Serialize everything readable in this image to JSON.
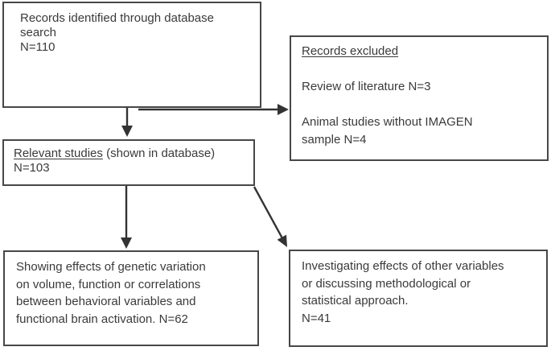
{
  "figure": {
    "type": "flowchart",
    "colors": {
      "background": "#ffffff",
      "box_border": "#474747",
      "text_ink": "#3a3a3a",
      "arrow_ink": "#333333"
    }
  },
  "boxes": {
    "identified": {
      "text": "Records identified through database\nsearch\nN=110"
    },
    "excluded": {
      "heading": "Records excluded",
      "body": "\n\nReview of literature N=3\n\nAnimal studies without IMAGEN\nsample N=4"
    },
    "relevant": {
      "title": "Relevant studies",
      "suffix": " (shown in database)",
      "count": "N=103"
    },
    "included": {
      "text": "Showing effects of genetic variation\non volume, function or correlations\nbetween behavioral variables and\nfunctional brain activation. N=62"
    },
    "other": {
      "text": "Investigating effects of other variables\nor discussing methodological or\nstatistical approach.\nN=41"
    }
  },
  "arrows": [
    {
      "from": "identified",
      "to": "relevant",
      "direction": "down"
    },
    {
      "from": "identified",
      "to": "excluded",
      "direction": "right"
    },
    {
      "from": "relevant",
      "to": "included",
      "direction": "down"
    },
    {
      "from": "relevant",
      "to": "other",
      "direction": "diagonal-down-right"
    }
  ]
}
